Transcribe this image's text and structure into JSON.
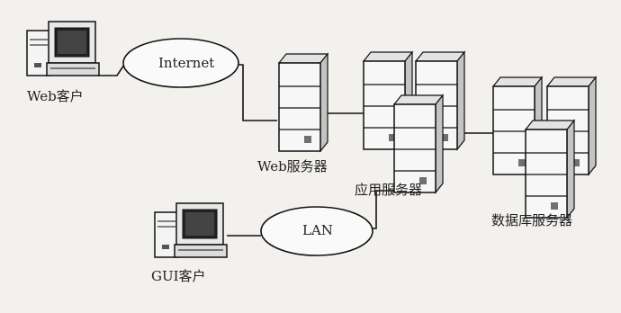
{
  "nodes": {
    "web_client": "Web客户",
    "internet": "Internet",
    "web_server": "Web服务器",
    "app_server": "应用服务器",
    "db_server": "数据库服务器",
    "lan": "LAN",
    "gui_client": "GUI客户"
  },
  "colors": {
    "background": "#f3f1ee",
    "line": "#111111",
    "server_fill": "#f7f7f7",
    "server_shade": "#cfcfcf",
    "indicator": "#707070"
  }
}
